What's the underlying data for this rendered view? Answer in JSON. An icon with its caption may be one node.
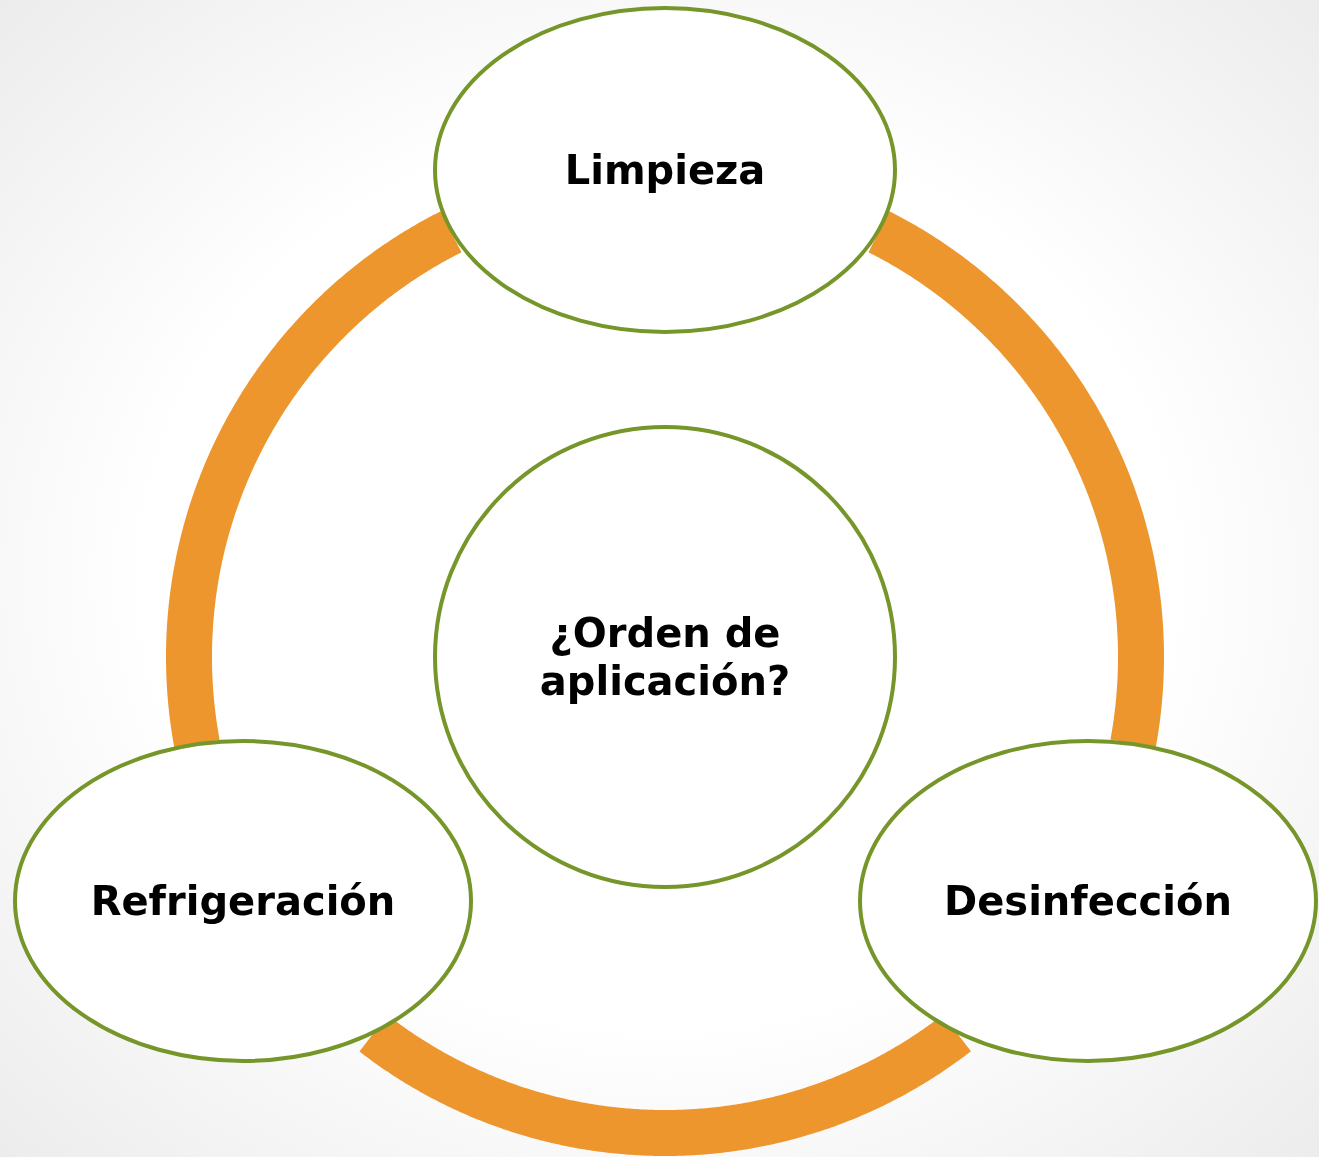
{
  "diagram": {
    "nodes": [
      {
        "text": [
          "Limpieza"
        ]
      },
      {
        "text": [
          "¿Orden de aplicación?"
        ]
      },
      {
        "text": [
          "Refrigeración"
        ]
      },
      {
        "text": [
          "Desinfección"
        ]
      }
    ],
    "edges": [
      {
        "from": 0,
        "to": 3,
        "arrow": "none"
      },
      {
        "from": 3,
        "to": 2,
        "arrow": "none"
      },
      {
        "from": 2,
        "to": 0,
        "arrow": "none"
      }
    ]
  }
}
